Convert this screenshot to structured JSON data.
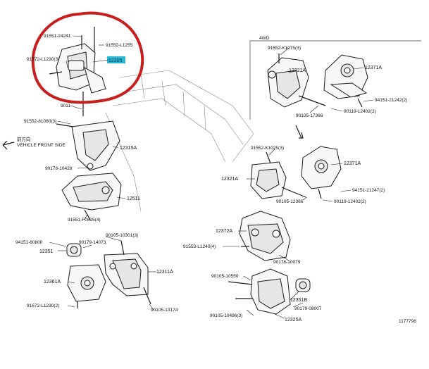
{
  "labels": {
    "l_91551_24241": "91551-24241",
    "l_91552_l1255": "91552-L1255",
    "l_91672_l1230": "91672-L1230(3)",
    "l_12305": "12305",
    "l_9011": "9011",
    "l_91552_81080": "91552-81080(3)",
    "l_front_cn": "前方向",
    "l_vehicle_front": "VEHICLE FRONT SIDE",
    "l_12315a": "12315A",
    "l_90178_10428": "90178-10428",
    "l_12511": "12511",
    "l_91551_f0825": "91551-F0825(4)",
    "l_4wd": "4WD",
    "l_91552_k1075": "91552-K1075(3)",
    "l_12321a_top": "12321A",
    "l_12371a_top": "12371A",
    "l_94151_21242": "94151-21242(2)",
    "l_90105_17366": "90105-17366",
    "l_90119_12402_top": "90119-12402(2)",
    "l_91552_k1025": "91552-K1025(3)",
    "l_12371a_mid": "12371A",
    "l_12321a_mid": "12321A",
    "l_94151_21247": "94151-21247(2)",
    "l_90105_12366": "90105-12366",
    "l_90119_12402_mid": "90119-12402(2)",
    "l_12372a": "12372A",
    "l_91553_l1240": "91553-L1240(4)",
    "l_90178_10079": "90178-10079",
    "l_90105_10550": "90105-10550",
    "l_12351b": "12351B",
    "l_90179_08007": "90179-08007",
    "l_90105_10496": "90105-10496(3)",
    "l_12325a": "12325A",
    "l_94151_80800": "94151-80800",
    "l_90105_10301": "90105-10301(3)",
    "l_90179_14073": "90179-14073",
    "l_12351": "12351",
    "l_12311a": "12311A",
    "l_12361a": "12361A",
    "l_91672_l1230_2": "91672-L1230(2)",
    "l_90105_13174": "90105-13174",
    "l_ref": "1177798"
  },
  "colors": {
    "highlight": "#2ab8d6",
    "annotation_circle": "#c81e1e",
    "ink": "#1a1a1a"
  }
}
